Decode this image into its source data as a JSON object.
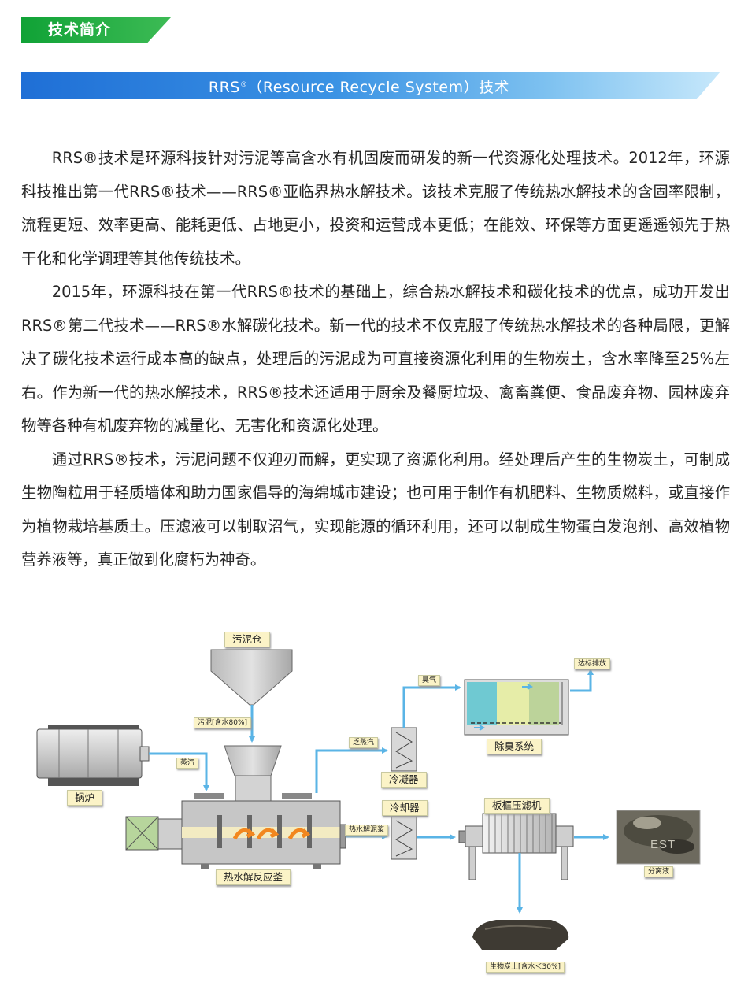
{
  "header": {
    "section_title": "技术简介",
    "banner_prefix": "RRS",
    "banner_reg": "®",
    "banner_suffix": "（Resource Recycle System）技术"
  },
  "paragraphs": [
    "RRS®技术是环源科技针对污泥等高含水有机固废而研发的新一代资源化处理技术。2012年，环源科技推出第一代RRS®技术——RRS®亚临界热水解技术。该技术克服了传统热水解技术的含固率限制，流程更短、效率更高、能耗更低、占地更小，投资和运营成本更低；在能效、环保等方面更遥遥领先于热干化和化学调理等其他传统技术。",
    "2015年，环源科技在第一代RRS®技术的基础上，综合热水解技术和碳化技术的优点，成功开发出RRS®第二代技术——RRS®水解碳化技术。新一代的技术不仅克服了传统热水解技术的各种局限，更解决了碳化技术运行成本高的缺点，处理后的污泥成为可直接资源化利用的生物炭土，含水率降至25%左右。作为新一代的热水解技术，RRS®技术还适用于厨余及餐厨垃圾、禽畜粪便、食品废弃物、园林废弃物等各种有机废弃物的减量化、无害化和资源化处理。",
    "通过RRS®技术，污泥问题不仅迎刃而解，更实现了资源化利用。经处理后产生的生物炭土，可制成生物陶粒用于轻质墙体和助力国家倡导的海绵城市建设；也可用于制作有机肥料、生物质燃料，或直接作为植物栽培基质土。压滤液可以制取沼气，实现能源的循环利用，还可以制成生物蛋白发泡剂、高效植物营养液等，真正做到化腐朽为神奇。"
  ],
  "diagram": {
    "sludge_silo": "污泥仓",
    "sludge_feed": "污泥[含水80%]",
    "boiler": "锅炉",
    "steam": "蒸汽",
    "reactor": "热水解反应釜",
    "exhaust_steam": "乏蒸汽",
    "odor": "臭气",
    "condenser": "冷凝器",
    "deodorization": "除臭系统",
    "discharge": "达标排放",
    "cooler": "冷却器",
    "slurry": "热水解泥浆",
    "filter_press": "板框压滤机",
    "separated_liquid": "分离液",
    "photo_watermark": "EST",
    "biochar": "生物炭土[含水＜30%]"
  },
  "colors": {
    "header_green": "#10a236",
    "banner_blue": "#1f6fd6",
    "flow_arrow": "#5ab4e6",
    "label_bg": "#fbf3c7",
    "deodor_cyan": "#6fc9d2",
    "deodor_yellow": "#e6eda8",
    "deodor_green": "#bcd39a",
    "stir_orange": "#f2871f"
  }
}
